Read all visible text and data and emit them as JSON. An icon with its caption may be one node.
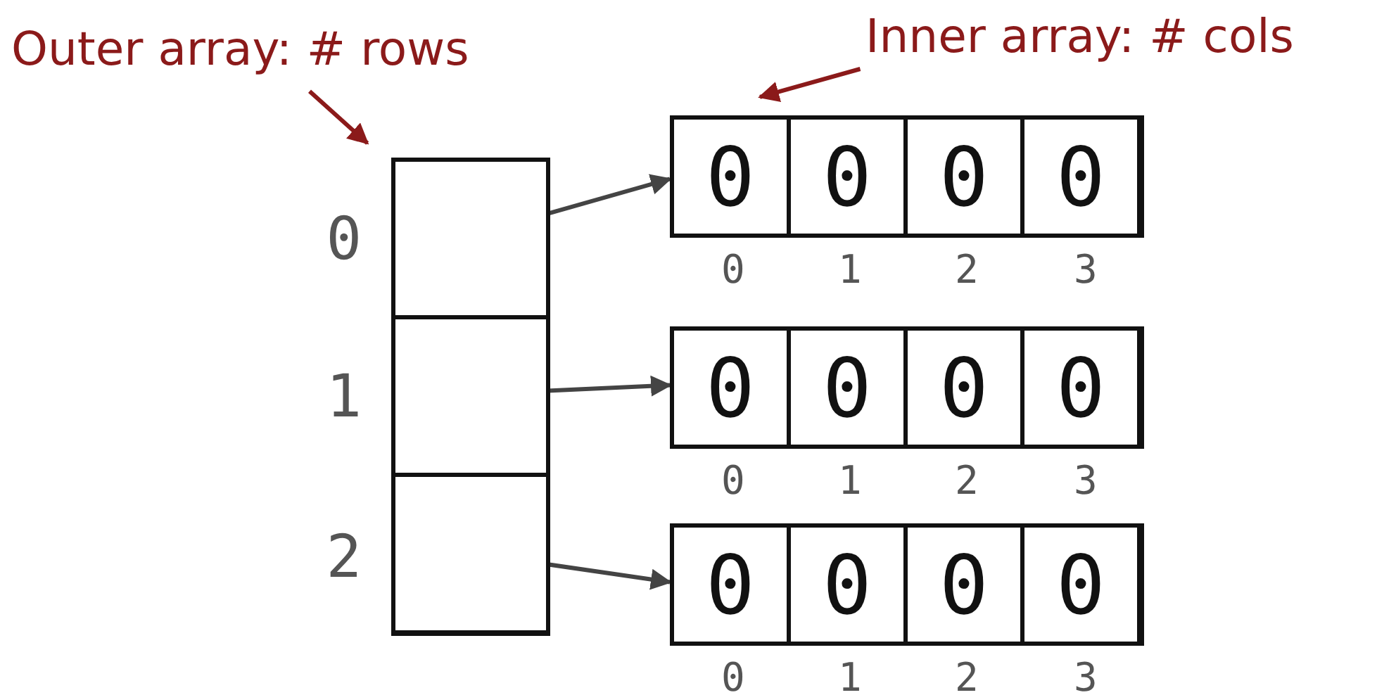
{
  "diagram": {
    "nodes": [
      {
        "text": [
          "Outer array: # rows"
        ]
      },
      {
        "text": [
          "Inner array: # cols"
        ]
      },
      {
        "text": [],
        "shape": "box"
      },
      {
        "text": [],
        "shape": "box",
        "in": 2,
        "beside": [
          "0"
        ]
      },
      {
        "text": [],
        "shape": "box",
        "in": 2,
        "beside": [
          "1"
        ]
      },
      {
        "text": [],
        "shape": "box",
        "in": 2,
        "beside": [
          "2"
        ]
      },
      {
        "text": [],
        "shape": "box"
      },
      {
        "text": [
          "0"
        ],
        "in": 6,
        "beside": [
          "0"
        ]
      },
      {
        "text": [
          "0"
        ],
        "in": 6,
        "beside": [
          "1"
        ]
      },
      {
        "text": [
          "0"
        ],
        "in": 6,
        "beside": [
          "2"
        ]
      },
      {
        "text": [
          "0"
        ],
        "in": 6,
        "beside": [
          "3"
        ]
      },
      {
        "text": [],
        "shape": "box"
      },
      {
        "text": [
          "0"
        ],
        "in": 11,
        "beside": [
          "0"
        ]
      },
      {
        "text": [
          "0"
        ],
        "in": 11,
        "beside": [
          "1"
        ]
      },
      {
        "text": [
          "0"
        ],
        "in": 11,
        "beside": [
          "2"
        ]
      },
      {
        "text": [
          "0"
        ],
        "in": 11,
        "beside": [
          "3"
        ]
      },
      {
        "text": [],
        "shape": "box"
      },
      {
        "text": [
          "0"
        ],
        "in": 16,
        "beside": [
          "0"
        ]
      },
      {
        "text": [
          "0"
        ],
        "in": 16,
        "beside": [
          "1"
        ]
      },
      {
        "text": [
          "0"
        ],
        "in": 16,
        "beside": [
          "2"
        ]
      },
      {
        "text": [
          "0"
        ],
        "in": 16,
        "beside": [
          "3"
        ]
      }
    ],
    "edges": [
      {
        "from": 0,
        "to": 2,
        "arrow": "to",
        "color": "#8b1a1a"
      },
      {
        "from": 1,
        "to": 6,
        "arrow": "to",
        "color": "#8b1a1a"
      },
      {
        "from": 3,
        "to": 6,
        "arrow": "to"
      },
      {
        "from": 4,
        "to": 11,
        "arrow": "to"
      },
      {
        "from": 5,
        "to": 16,
        "arrow": "to"
      }
    ]
  }
}
